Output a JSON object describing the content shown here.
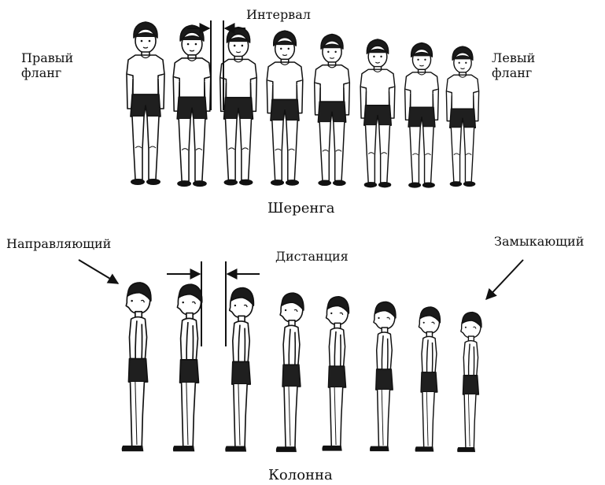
{
  "labels": {
    "right_flank_line1": "Правый",
    "right_flank_line2": "фланг",
    "left_flank_line1": "Левый",
    "left_flank_line2": "фланг",
    "interval": "Интервал",
    "rank": "Шеренга",
    "guide": "Направляющий",
    "distance": "Дистанция",
    "closing": "Замыкающий",
    "column": "Колонна"
  },
  "diagram": {
    "rank_figure_count": 8,
    "column_figure_count": 8
  }
}
